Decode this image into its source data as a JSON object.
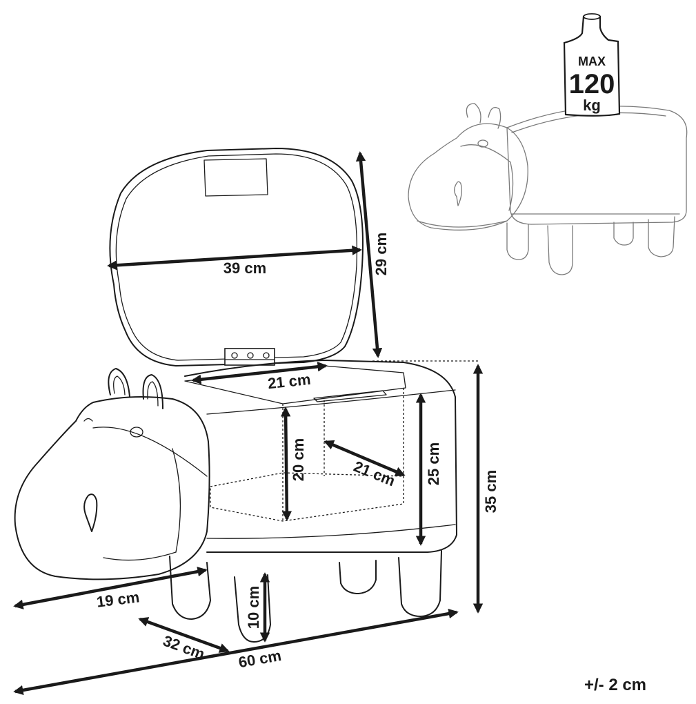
{
  "diagram": {
    "dimensions": {
      "lid_width": "39 cm",
      "lid_height": "29 cm",
      "storage_width": "21 cm",
      "storage_depth": "21 cm",
      "storage_height": "20 cm",
      "body_height": "25 cm",
      "total_height": "35 cm",
      "head_length": "19 cm",
      "leg_height": "10 cm",
      "depth": "32 cm",
      "length": "60 cm"
    },
    "max_load": {
      "line1": "MAX",
      "line2": "120",
      "line3": "kg"
    },
    "tolerance": "+/- 2 cm"
  }
}
